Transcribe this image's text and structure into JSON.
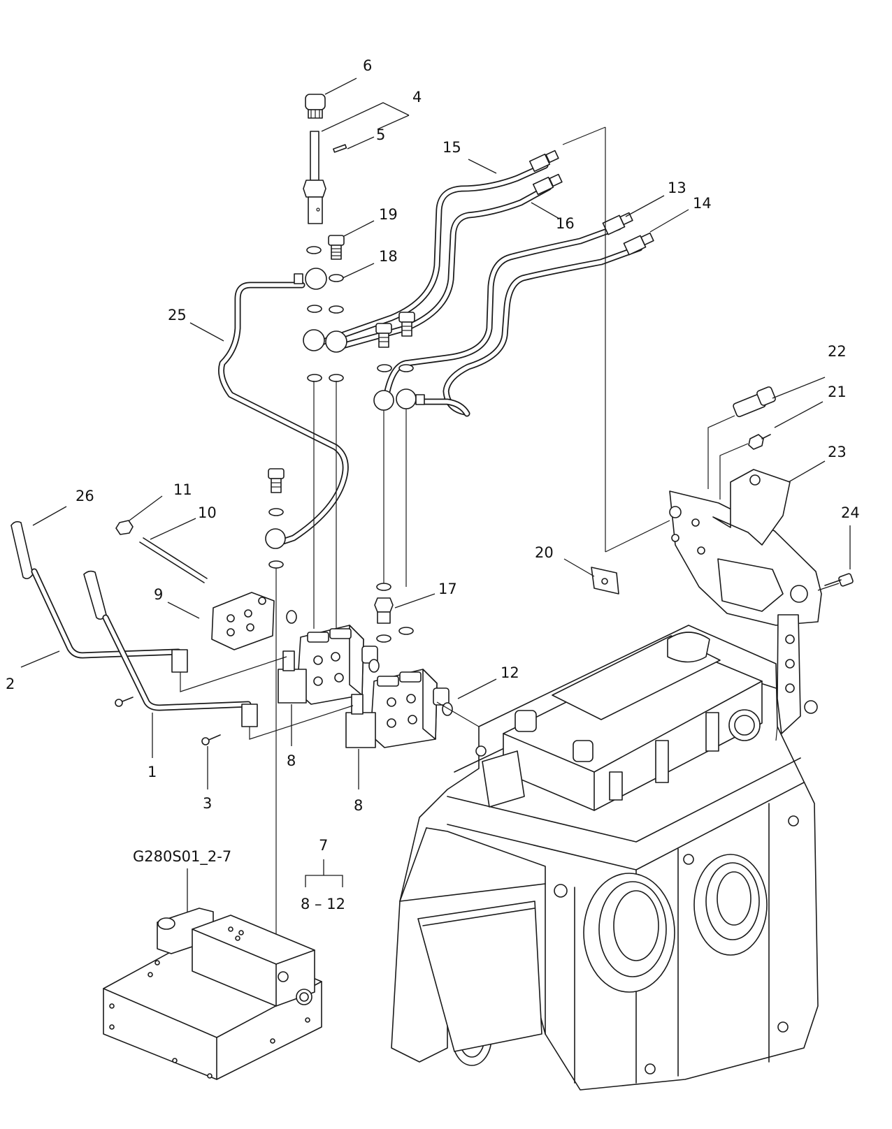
{
  "callouts": {
    "c1": "1",
    "c2": "2",
    "c3": "3",
    "c4": "4",
    "c5": "5",
    "c6": "6",
    "c7": "7",
    "c8a": "8",
    "c8b": "8",
    "c9": "9",
    "c10": "10",
    "c11": "11",
    "c12": "12",
    "c13": "13",
    "c14": "14",
    "c15": "15",
    "c16": "16",
    "c17": "17",
    "c18": "18",
    "c19": "19",
    "c20": "20",
    "c21": "21",
    "c22": "22",
    "c23": "23",
    "c24": "24",
    "c25": "25",
    "c26": "26"
  },
  "group_note": {
    "range": "8 – 12"
  },
  "reference_code": "G280S01_2-7",
  "colors": {
    "line": "#1a1a1a",
    "background": "#ffffff"
  }
}
